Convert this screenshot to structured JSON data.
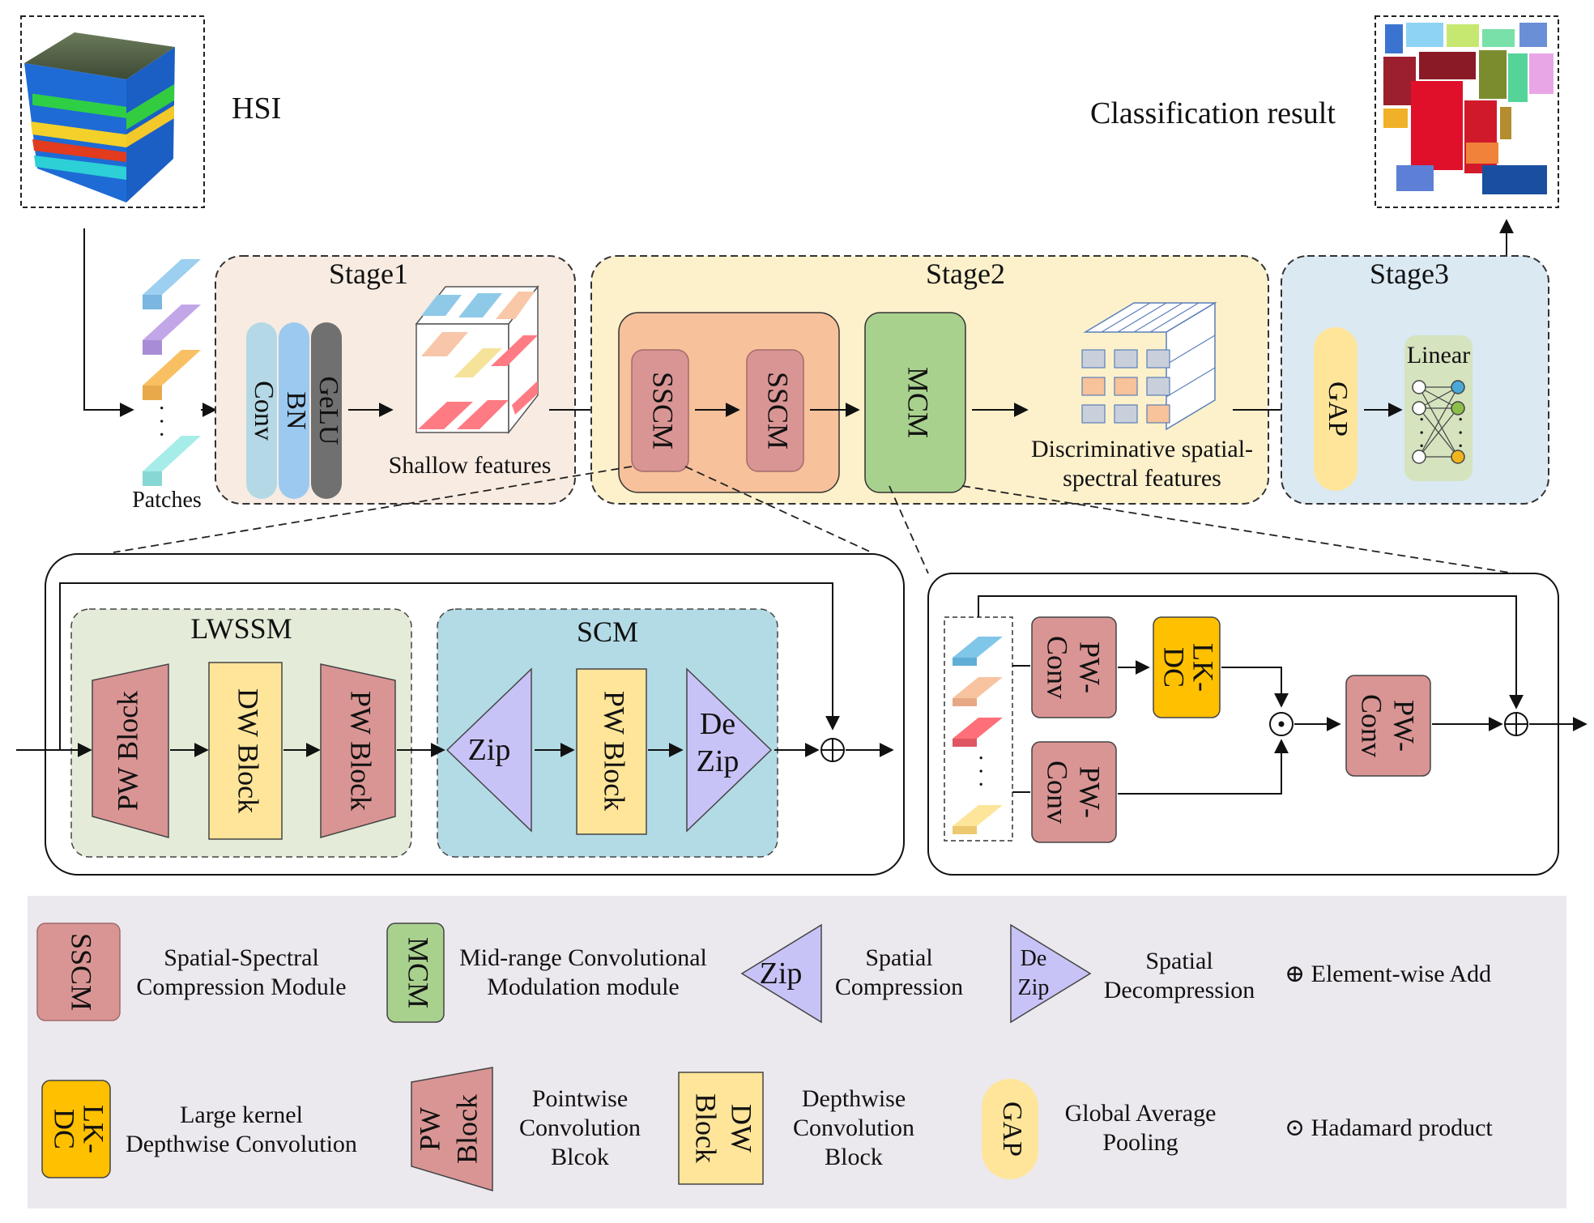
{
  "top": {
    "hsi_label": "HSI",
    "result_label": "Classification result",
    "patches_label": "Patches",
    "patches_dots": "· · ·"
  },
  "stage1": {
    "title": "Stage1",
    "layers": [
      "Conv",
      "BN",
      "GeLU"
    ],
    "shallow_label": "Shallow features"
  },
  "stage2": {
    "title": "Stage2",
    "sscm_a": "SSCM",
    "sscm_b": "SSCM",
    "mcm": "MCM",
    "disc_line1": "Discriminative spatial-",
    "disc_line2": "spectral features"
  },
  "stage3": {
    "title": "Stage3",
    "gap": "GAP",
    "linear": "Linear",
    "dots": "· · ·"
  },
  "sscm_detail": {
    "lwssm_title": "LWSSM",
    "scm_title": "SCM",
    "pw_block_1": "PW Block",
    "dw_block": "DW Block",
    "pw_block_2": "PW Block",
    "zip": "Zip",
    "pw_block_3": "PW Block",
    "dezip_line1": "De",
    "dezip_line2": "Zip",
    "add_symbol": "⊕"
  },
  "mcm_detail": {
    "pw_conv_1a": "PW-",
    "pw_conv_1b": "Conv",
    "lk_dc_a": "LK-",
    "lk_dc_b": "DC",
    "pw_conv_2a": "PW-",
    "pw_conv_2b": "Conv",
    "pw_conv_3a": "PW-",
    "pw_conv_3b": "Conv",
    "hadamard_symbol": "⊙",
    "add_symbol": "⊕",
    "dots": "· · ·"
  },
  "legend": {
    "sscm_icon": "SSCM",
    "sscm_line1": "Spatial-Spectral",
    "sscm_line2": "Compression Module",
    "mcm_icon": "MCM",
    "mcm_line1": "Mid-range Convolutional",
    "mcm_line2": "Modulation module",
    "zip_icon": "Zip",
    "zip_line1": "Spatial",
    "zip_line2": "Compression",
    "dezip_icon1": "De",
    "dezip_icon2": "Zip",
    "dezip_line1": "Spatial",
    "dezip_line2": "Decompression",
    "add_text": "⊕ Element-wise Add",
    "lkdc_icon1": "LK-",
    "lkdc_icon2": "DC",
    "lkdc_line1": "Large kernel",
    "lkdc_line2": "Depthwise Convolution",
    "pw_icon1": "PW",
    "pw_icon2": "Block",
    "pw_line1": "Pointwise",
    "pw_line2": "Convolution",
    "pw_line3": "Blcok",
    "dw_icon1": "DW",
    "dw_icon2": "Block",
    "dw_line1": "Depthwise",
    "dw_line2": "Convolution",
    "dw_line3": "Block",
    "gap_icon": "GAP",
    "gap_line1": "Global Average",
    "gap_line2": "Pooling",
    "hadamard_text": "⊙ Hadamard product"
  },
  "colors": {
    "stage1_bg": "#f8ebe1",
    "stage2_bg": "#fdf1cc",
    "stage3_bg": "#dbe9f3",
    "sscm_fill": "#d99594",
    "sscm_outer": "#f6c19b",
    "mcm_fill": "#a9d18e",
    "lwssm_bg": "#e4ecd9",
    "scm_bg": "#b3dbe5",
    "zip_fill": "#c8c3f6",
    "dw_fill": "#ffe599",
    "lkdc_fill": "#ffc000",
    "legend_bg": "#ebe8ee"
  }
}
